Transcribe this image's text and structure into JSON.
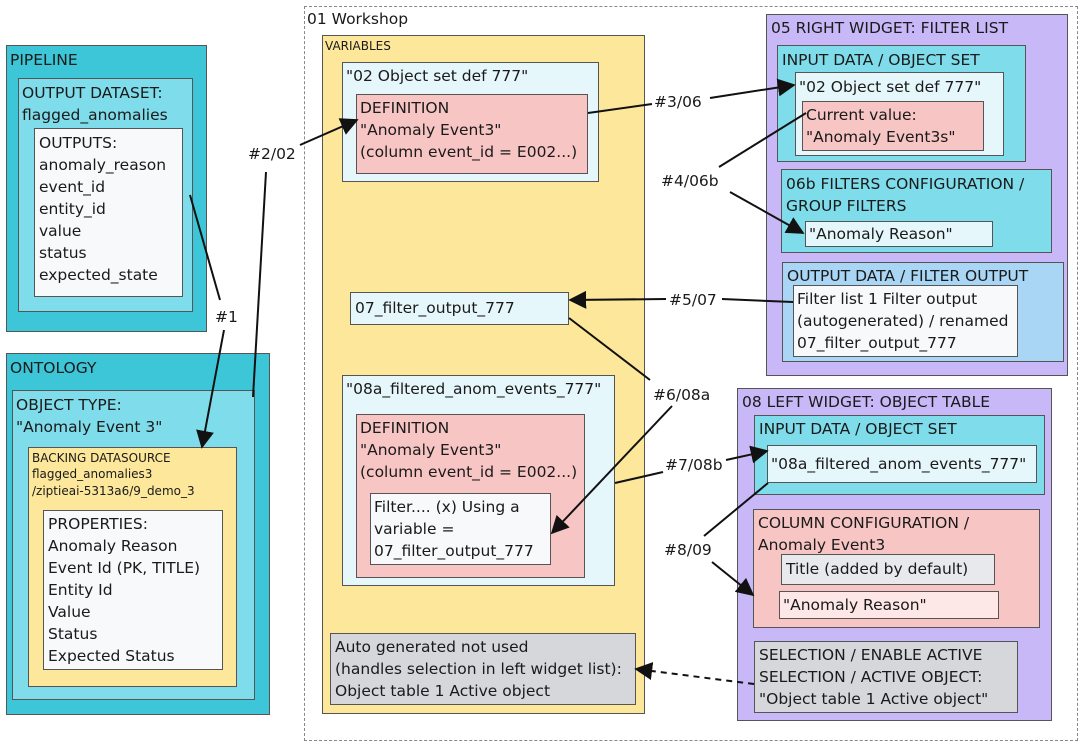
{
  "pipeline": {
    "title": "PIPELINE",
    "output_dataset": [
      "OUTPUT DATASET:",
      "flagged_anomalies"
    ],
    "outputs": [
      "OUTPUTS:",
      "anomaly_reason",
      "event_id",
      "entity_id",
      "value",
      "status",
      "expected_state"
    ]
  },
  "ontology": {
    "title": "ONTOLOGY",
    "object_type": [
      "OBJECT TYPE:",
      "\"Anomaly Event 3\""
    ],
    "backing": [
      "BACKING DATASOURCE",
      "flagged_anomalies3",
      "/ziptieai-5313a6/9_demo_3"
    ],
    "properties": [
      "PROPERTIES:",
      "Anomaly Reason",
      "Event Id (PK, TITLE)",
      "Entity Id",
      "Value",
      "Status",
      "Expected Status"
    ]
  },
  "workshop": {
    "title": "01 Workshop",
    "variables_title": "VARIABLES",
    "object_set": "\"02 Object set def 777\"",
    "definition1": [
      "DEFINITION",
      "\"Anomaly Event3\"",
      "(column event_id = E002...)"
    ],
    "filter_output": "07_filter_output_777",
    "filtered": "\"08a_filtered_anom_events_777\"",
    "definition2": [
      "DEFINITION",
      "\"Anomaly Event3\"",
      "(column event_id = E002...)"
    ],
    "filter_var": [
      "Filter.... (x) Using a",
      "variable =",
      "07_filter_output_777"
    ],
    "auto": [
      "Auto generated not used",
      "(handles selection in left widget list):",
      "Object table 1 Active object"
    ]
  },
  "right_widget": {
    "title": "05 RIGHT WIDGET: FILTER LIST",
    "input_title": "INPUT DATA / OBJECT SET",
    "input_value": "\"02 Object set def 777\"",
    "current": [
      "Current value:",
      "\"Anomaly Event3s\""
    ],
    "filters_title": [
      "06b FILTERS CONFIGURATION /",
      "GROUP FILTERS"
    ],
    "filters_value": "\"Anomaly Reason\"",
    "output_title": "OUTPUT DATA / FILTER OUTPUT",
    "output_value": [
      "Filter list 1 Filter output",
      "(autogenerated) / renamed",
      "07_filter_output_777"
    ]
  },
  "left_widget": {
    "title": "08 LEFT WIDGET: OBJECT TABLE",
    "input_title": "INPUT DATA / OBJECT SET",
    "input_value": "\"08a_filtered_anom_events_777\"",
    "column_title": [
      "COLUMN CONFIGURATION /",
      "Anomaly Event3"
    ],
    "title_default": "Title (added by default)",
    "anomaly_reason": "\"Anomaly Reason\"",
    "selection": [
      "SELECTION / ENABLE ACTIVE",
      "SELECTION / ACTIVE OBJECT:",
      "\"Object table 1 Active object\""
    ]
  },
  "links": {
    "l1": "#1",
    "l2": "#2/02",
    "l3": "#3/06",
    "l4": "#4/06b",
    "l5": "#5/07",
    "l6": "#6/08a",
    "l7": "#7/08b",
    "l8": "#8/09"
  },
  "colors": {
    "teal_dark": "#3cc6d8",
    "teal_mid": "#7fdcea",
    "teal_light": "#b8ecf3",
    "yellow": "#fde79a",
    "purple": "#c9b8f7",
    "pink": "#f8c5c5",
    "blue": "#a9d6f5",
    "grey": "#d6d7db"
  }
}
